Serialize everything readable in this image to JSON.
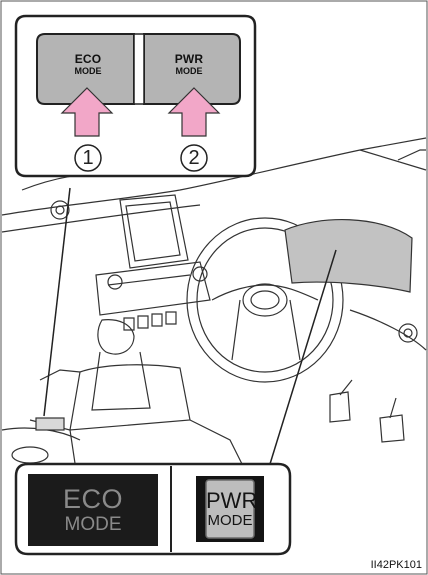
{
  "buttons": [
    {
      "line1": "ECO",
      "line2": "MODE",
      "step": "1"
    },
    {
      "line1": "PWR",
      "line2": "MODE",
      "step": "2"
    }
  ],
  "indicators": {
    "eco": {
      "line1": "ECO",
      "line2": "MODE"
    },
    "pwr": {
      "line1": "PWR",
      "line2": "MODE"
    }
  },
  "figure_code": "II42PK101",
  "colors": {
    "button_face": "#b4b4b4",
    "arrow_fill": "#f2a7c8",
    "eco_indicator_bg": "#1b1b1b",
    "pwr_indicator_bg": "#141414"
  }
}
